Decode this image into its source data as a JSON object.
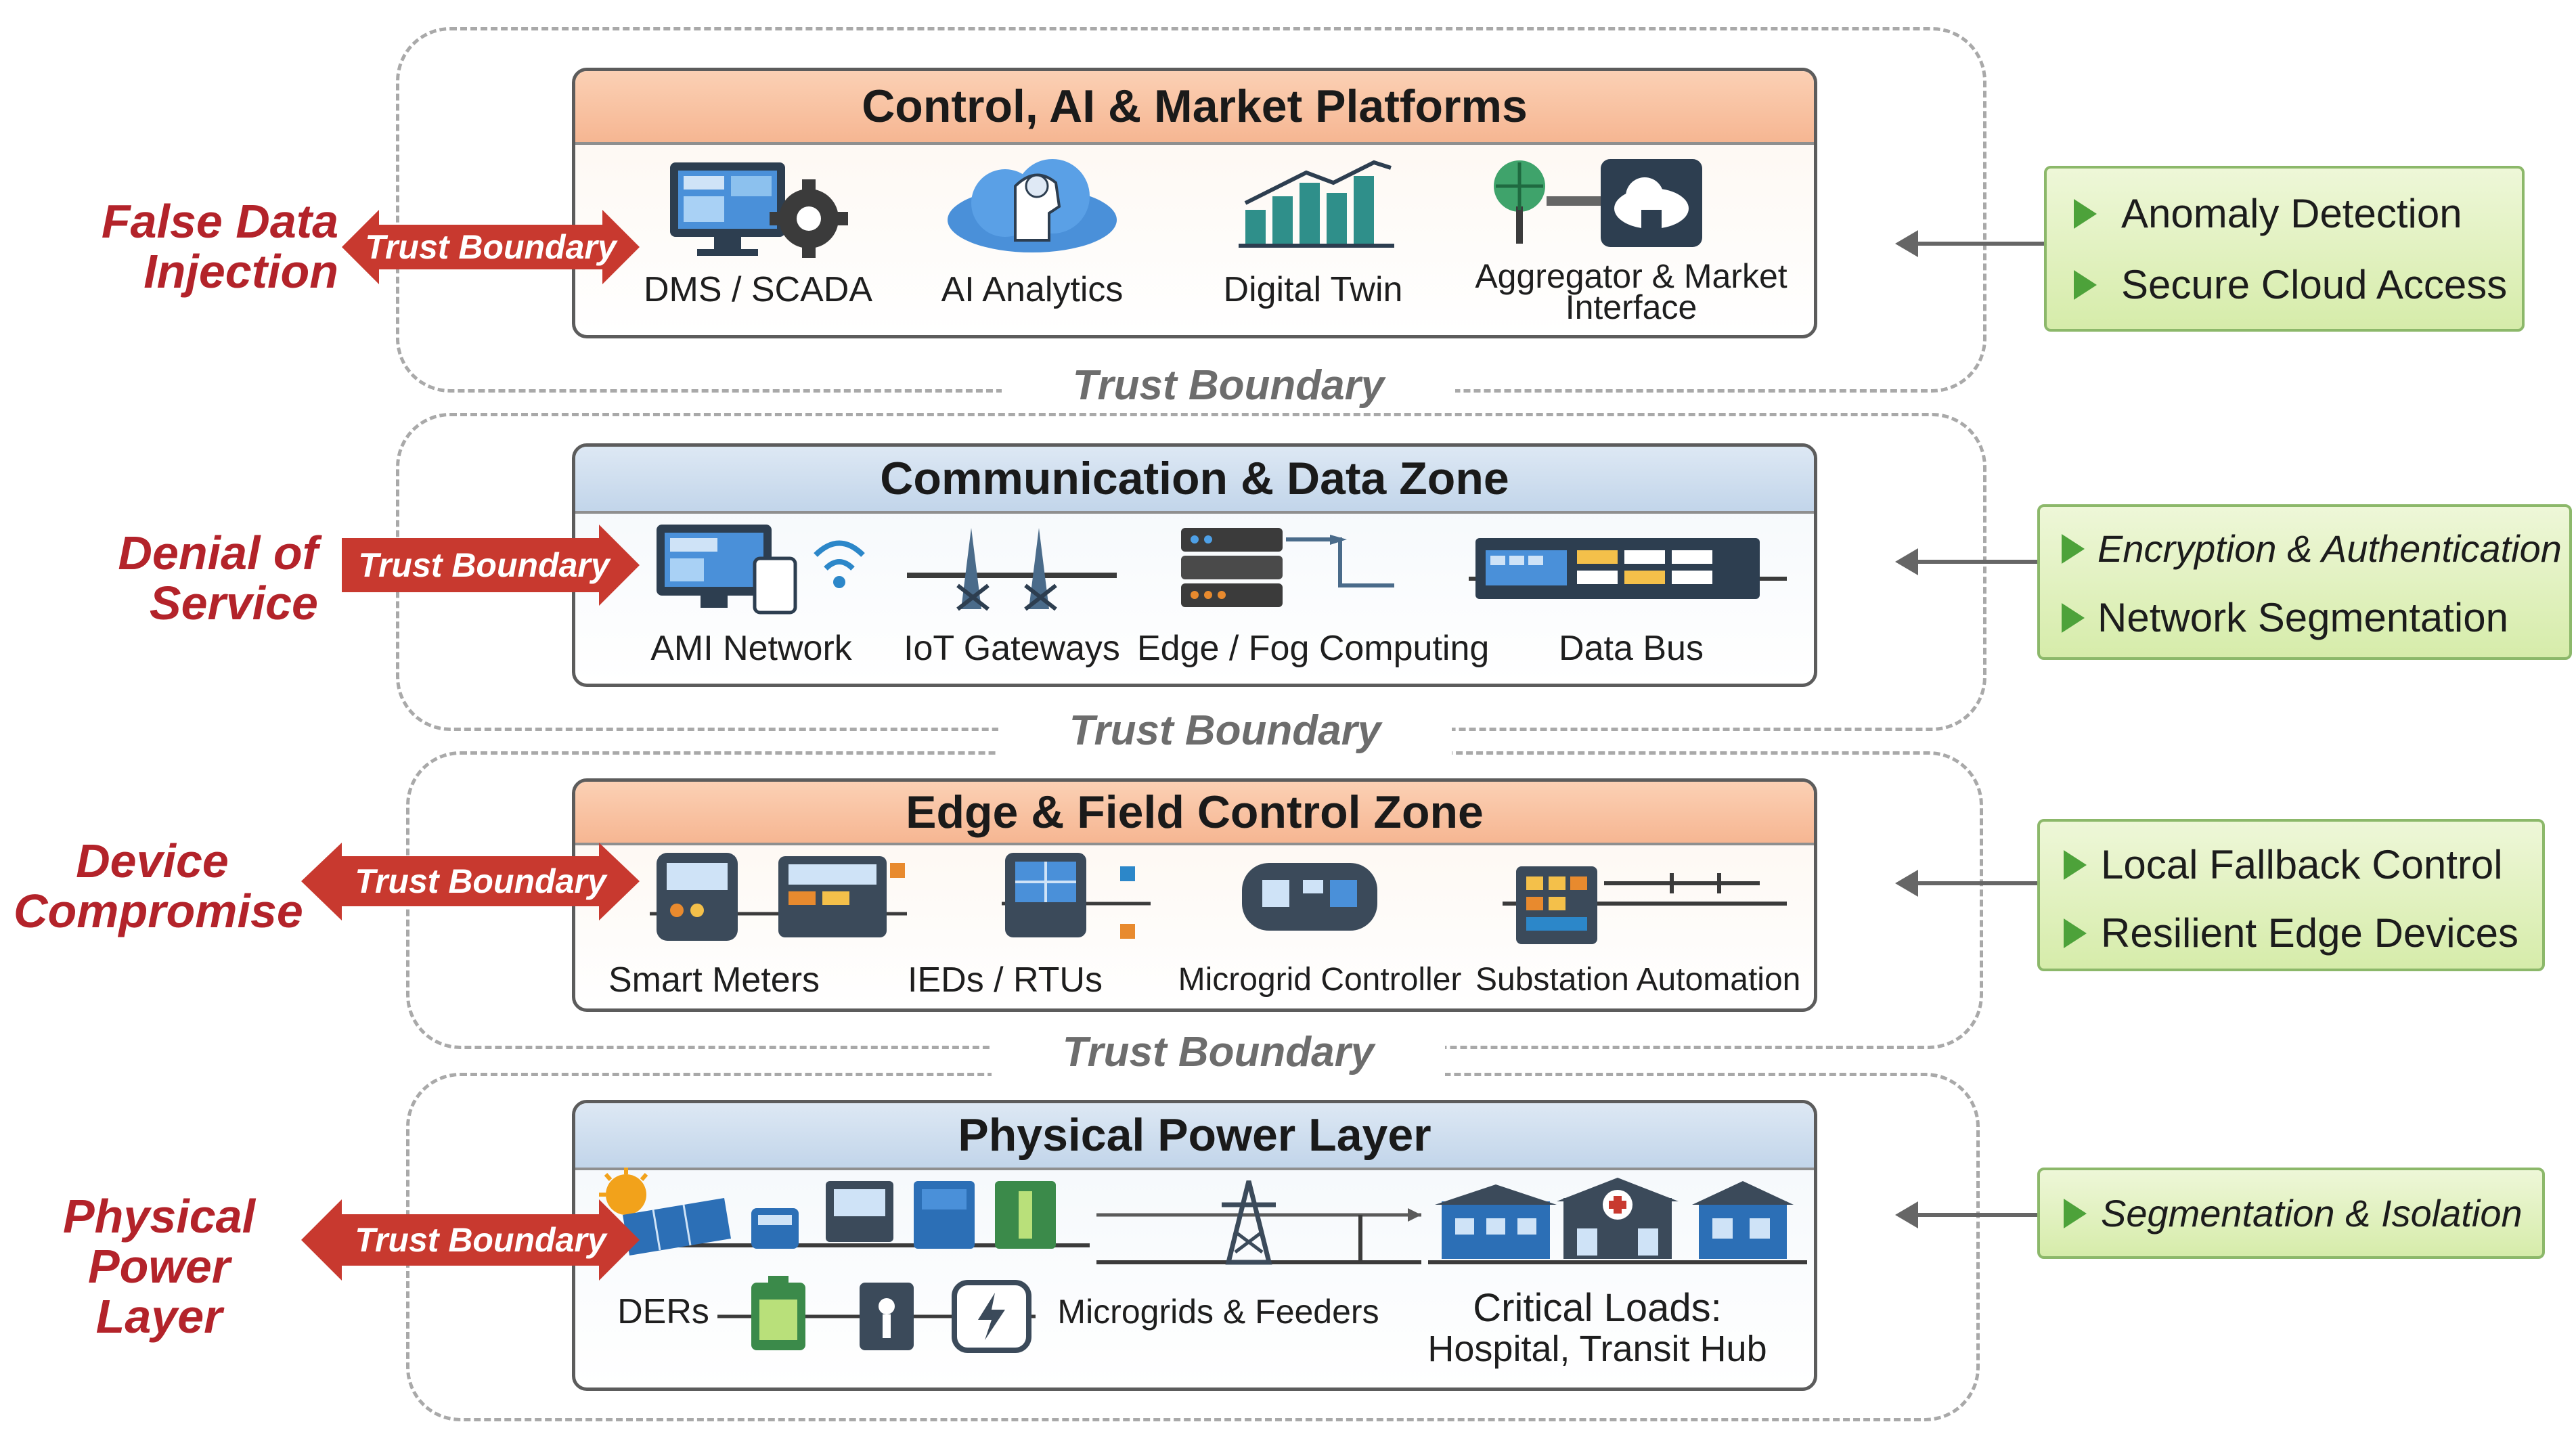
{
  "trust_boundary_label": "Trust Boundary",
  "layers": [
    {
      "title": "Control, AI & Market Platforms",
      "threat": [
        "False Data",
        "Injection"
      ],
      "arrow_label": "Trust Boundary",
      "components": [
        "DMS / SCADA",
        "AI Analytics",
        "Digital Twin",
        "Aggregator & Market Interface"
      ],
      "defenses": [
        "Anomaly Detection",
        "Secure Cloud Access"
      ]
    },
    {
      "title": "Communication & Data Zone",
      "threat": [
        "Denial of",
        "Service"
      ],
      "arrow_label": "Trust Boundary",
      "components": [
        "AMI Network",
        "IoT Gateways",
        "Edge / Fog Computing",
        "Data Bus"
      ],
      "defenses": [
        "Encryption & Authentication",
        "Network Segmentation"
      ]
    },
    {
      "title": "Edge & Field Control Zone",
      "threat": [
        "Device",
        "Compromise"
      ],
      "arrow_label": "Trust Boundary",
      "components": [
        "Smart Meters",
        "IEDs / RTUs",
        "Microgrid Controller",
        "Substation Automation"
      ],
      "defenses": [
        "Local Fallback Control",
        "Resilient Edge Devices"
      ]
    },
    {
      "title": "Physical Power Layer",
      "threat": [
        "Physical",
        "Power Layer"
      ],
      "arrow_label": "Trust Boundary",
      "components": [
        "DERs",
        "Microgrids & Feeders",
        "Critical Loads:",
        "Hospital, Transit Hub"
      ],
      "defenses": [
        "Segmentation & Isolation"
      ]
    }
  ],
  "colors": {
    "threat_red": "#b3232a",
    "arrow_red": "#c8392f",
    "defense_green": "#d6ecaa",
    "bullet_green": "#4da23a"
  },
  "icons": [
    "monitor-gear-icon",
    "cloud-brain-icon",
    "bar-chart-icon",
    "tree-cloud-icon",
    "wifi-monitor-icon",
    "gateway-tower-icon",
    "server-rack-icon",
    "data-bus-icon",
    "smart-meter-icon",
    "ied-panel-icon",
    "controller-icon",
    "substation-icon",
    "solar-panel-icon",
    "transmission-tower-icon",
    "hospital-icon",
    "battery-icon"
  ]
}
